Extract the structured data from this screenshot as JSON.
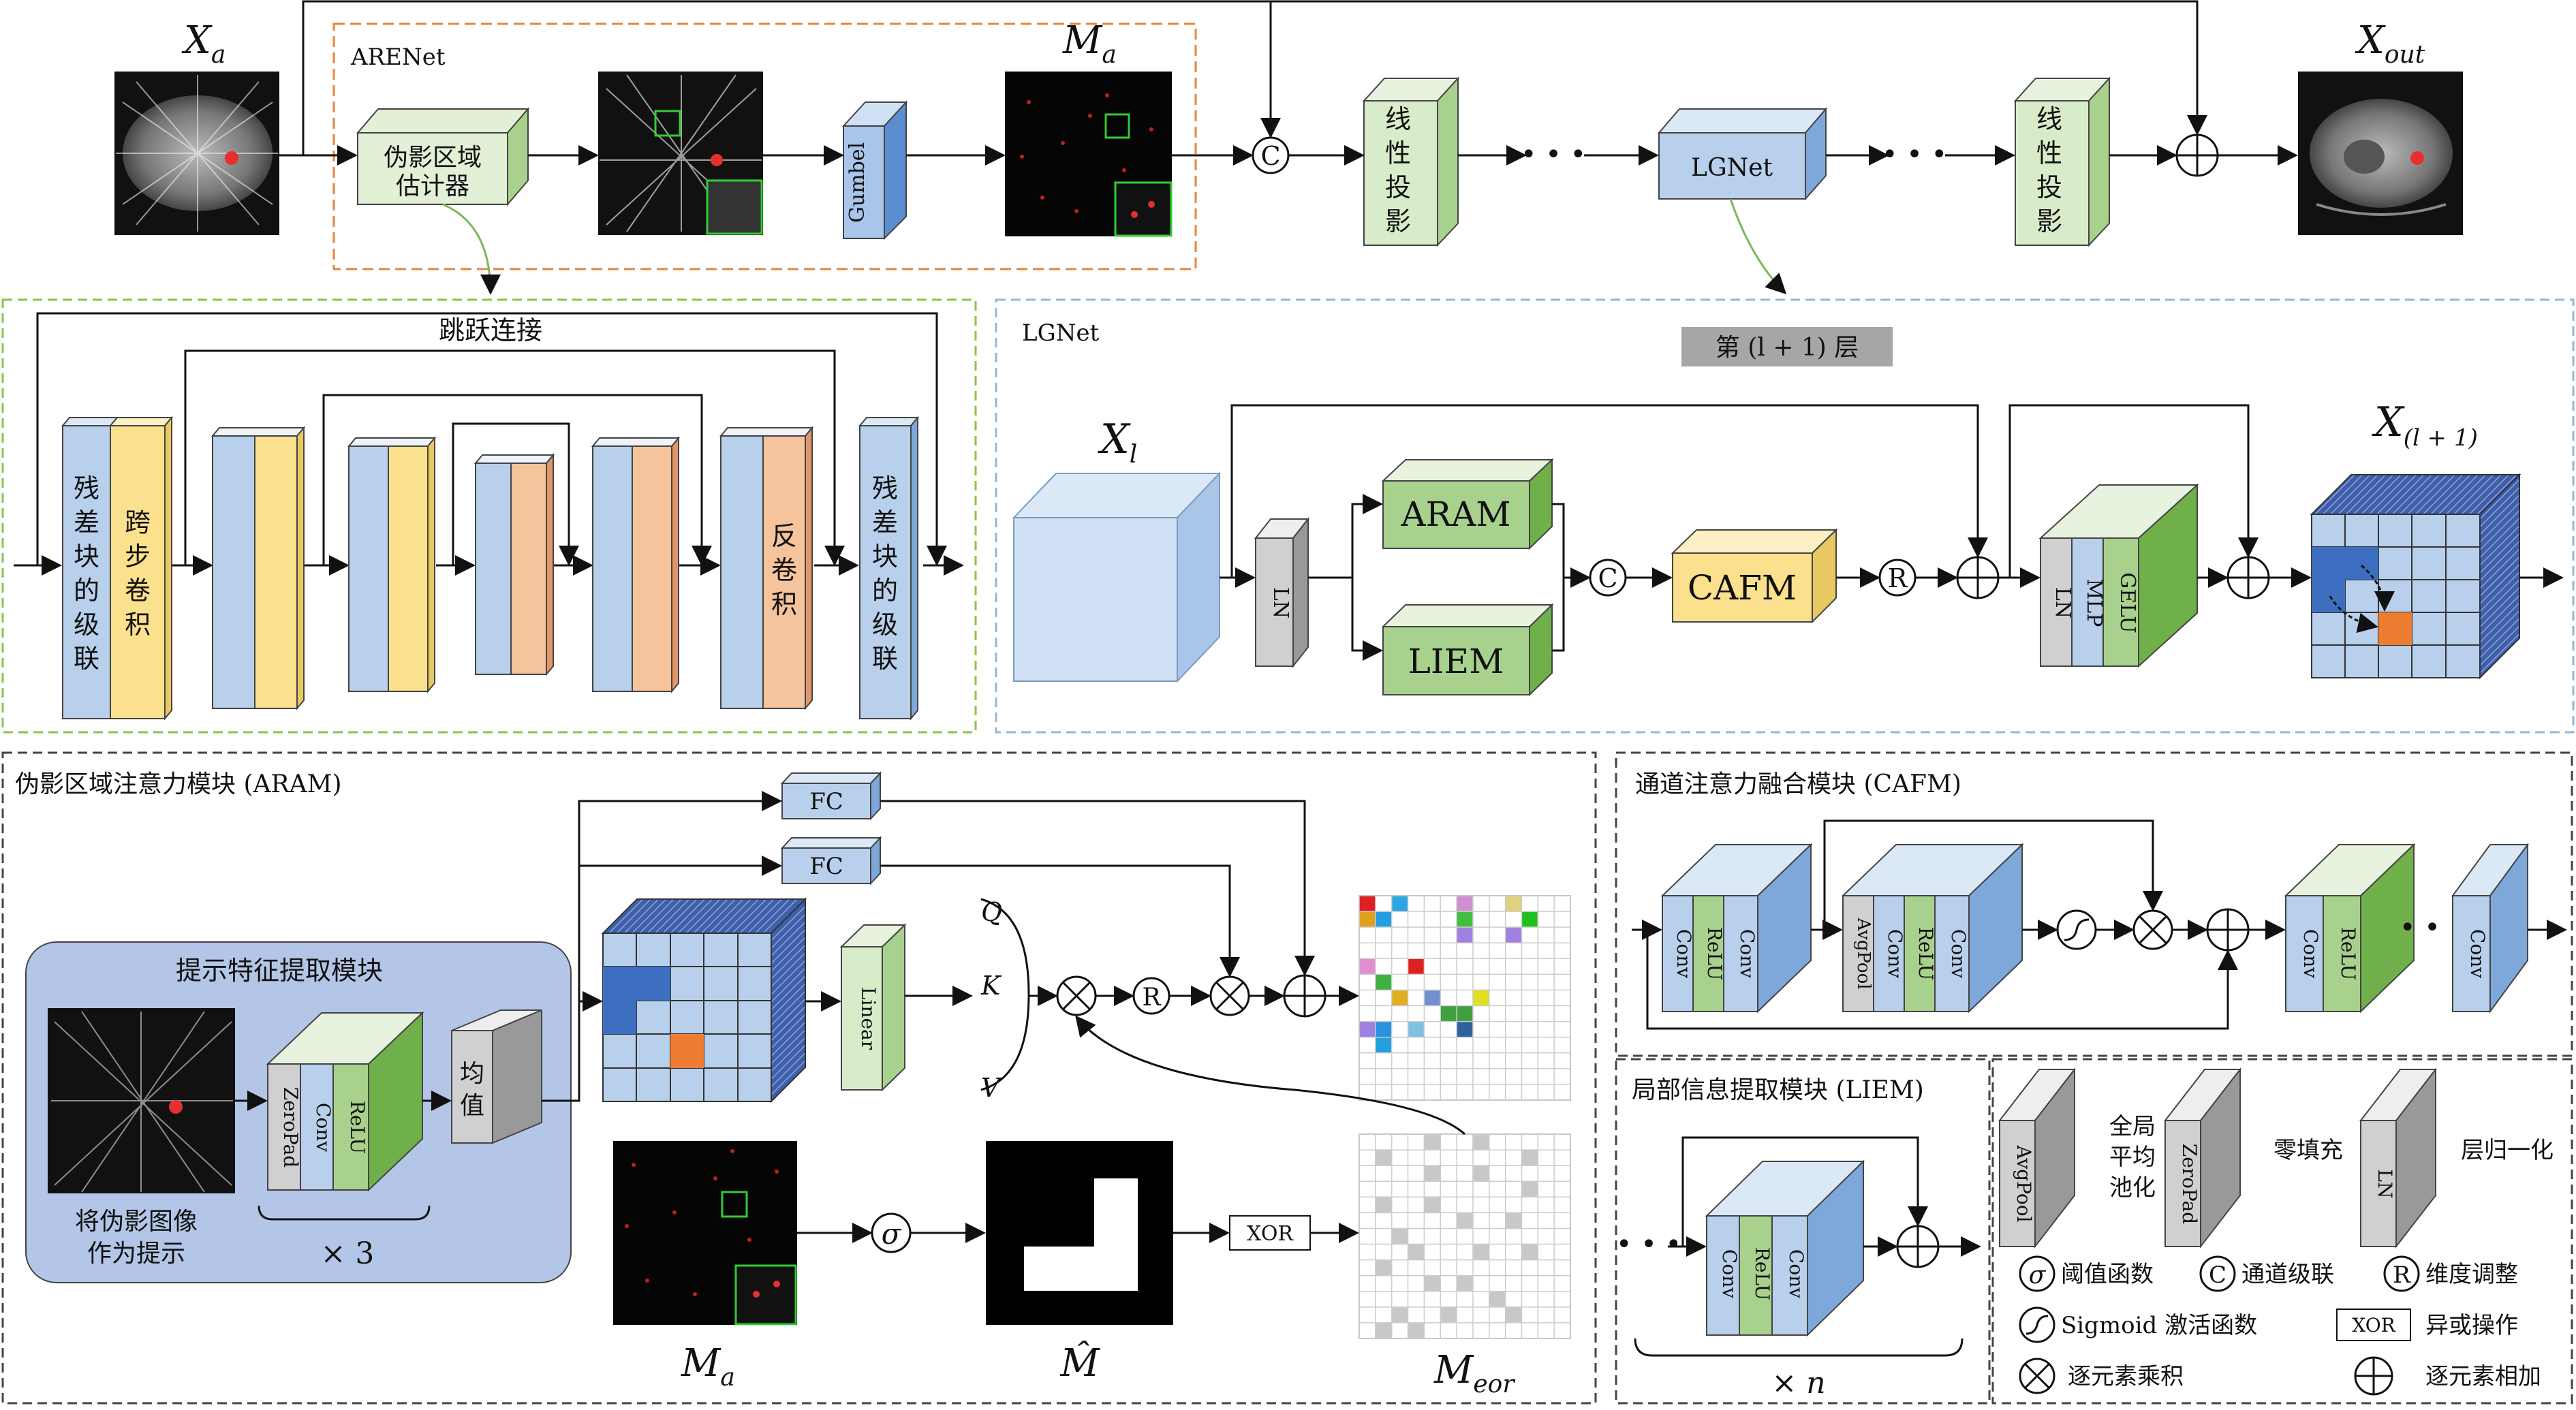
{
  "top": {
    "xa": "X",
    "xa_sub": "a",
    "arenet_title": "ARENet",
    "estimator": [
      "伪影区域",
      "估计器"
    ],
    "gumbel": "Gumbel",
    "ma": "M",
    "ma_sub": "a",
    "linear_proj": [
      "线",
      "性",
      "投",
      "影"
    ],
    "dots": "• • •",
    "lgnet": "LGNet",
    "xout": "X",
    "xout_sub": "out",
    "concat_symbol": "C"
  },
  "arenet_detail": {
    "skip_label": "跳跃连接",
    "left_block": [
      "残",
      "差",
      "块",
      "的",
      "级",
      "联"
    ],
    "stride_conv": [
      "跨",
      "步",
      "卷",
      "积"
    ],
    "deconv": [
      "反",
      "卷",
      "积"
    ],
    "right_block": [
      "残",
      "差",
      "块",
      "的",
      "级",
      "联"
    ]
  },
  "lgnet_detail": {
    "title": "LGNet",
    "layer_label": "第 (l + 1) 层",
    "xl": "X",
    "xl_sub": "l",
    "ln": "LN",
    "aram": "ARAM",
    "liem": "LIEM",
    "cafm": "CAFM",
    "r_symbol": "R",
    "c_symbol": "C",
    "mlp_blocks": [
      "LN",
      "MLP",
      "GELU"
    ],
    "x_next": "X",
    "x_next_sub": "(l + 1)"
  },
  "aram": {
    "title": "伪影区域注意力模块 (ARAM)",
    "prompt_title": "提示特征提取模块",
    "conv_blocks": [
      "ZeroPad",
      "Conv",
      "ReLU"
    ],
    "mean": "均值",
    "prompt_caption": [
      "将伪影图像",
      "作为提示"
    ],
    "times3": "× 3",
    "fc": "FC",
    "linear": "Linear",
    "q": "Q",
    "k": "K",
    "v": "V",
    "sigma": "σ",
    "xor": "XOR",
    "ma": "M",
    "ma_sub": "a",
    "mhat": "M̂",
    "meor": "M",
    "meor_sub": "eor",
    "r_symbol": "R"
  },
  "cafm": {
    "title": "通道注意力融合模块 (CAFM)",
    "block1": [
      "Conv",
      "ReLU",
      "Conv"
    ],
    "block2": [
      "AvgPool",
      "Conv",
      "ReLU",
      "Conv"
    ],
    "block3": [
      "Conv",
      "ReLU"
    ],
    "block4": [
      "Conv"
    ],
    "dots": "• • •"
  },
  "liem": {
    "title": "局部信息提取模块 (LIEM)",
    "block": [
      "Conv",
      "ReLU",
      "Conv"
    ],
    "times_n": "× n",
    "dots": "• • •"
  },
  "legend": {
    "avgpool": "AvgPool",
    "avgpool_desc": [
      "全局",
      "平均",
      "池化"
    ],
    "zeropad": "ZeroPad",
    "zeropad_desc": "零填充",
    "ln": "LN",
    "ln_desc": "层归一化",
    "sigma_desc": "阈值函数",
    "c_desc": "通道级联",
    "r_desc": "维度调整",
    "sigmoid_desc": "Sigmoid 激活函数",
    "xor": "XOR",
    "xor_desc": "异或操作",
    "mult_desc": "逐元素乘积",
    "add_desc": "逐元素相加"
  },
  "colors": {
    "blue": "#b8d0ec",
    "blue_dark": "#8eb2dc",
    "yellow": "#fbe08e",
    "orange": "#f5c39c",
    "green": "#c8e6b8",
    "green_dark": "#8cc86a",
    "gray": "#d8d8d8",
    "arenet_border": "#e8843a",
    "green_border": "#8bc34a",
    "blue_border": "#90b8d8",
    "prompt_bg": "#b4c6e7"
  }
}
